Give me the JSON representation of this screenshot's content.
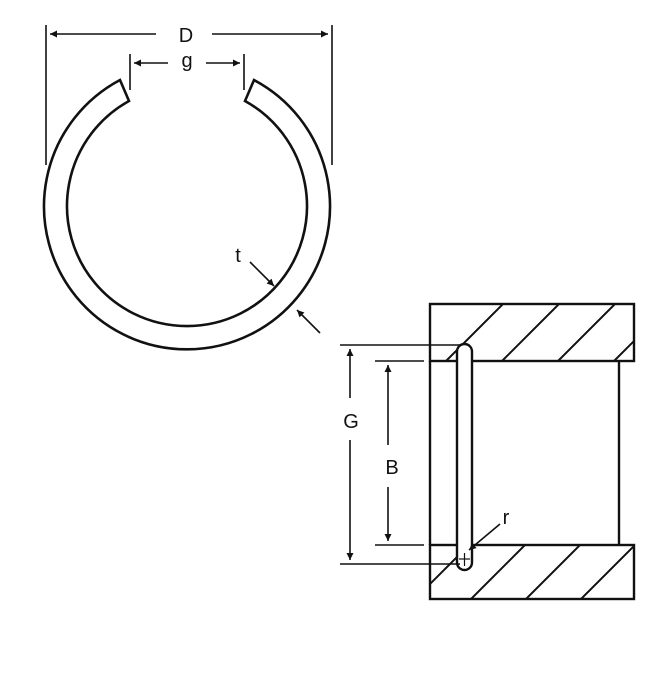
{
  "diagram": {
    "subject": "Internal retaining ring with housing groove",
    "labels": {
      "outer_diameter": "D",
      "gap": "g",
      "thickness": "t",
      "groove_diameter": "G",
      "bore_diameter": "B",
      "radius": "r"
    },
    "colors": {
      "line": "#111111",
      "background": "#ffffff"
    }
  }
}
